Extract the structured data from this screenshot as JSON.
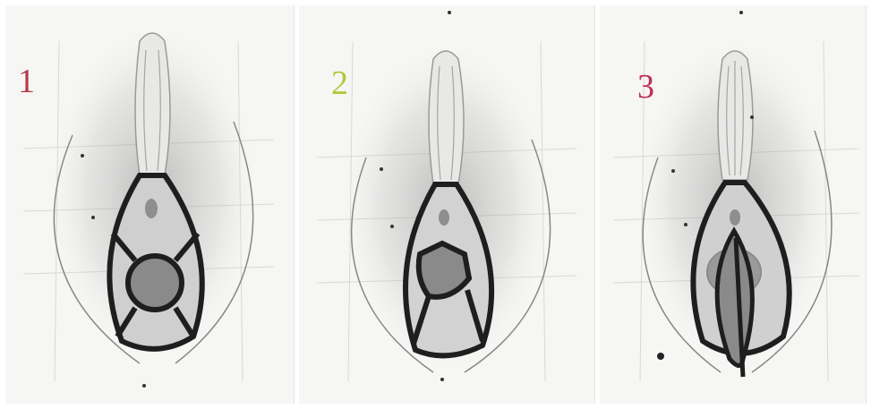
{
  "panels": [
    {
      "number": "1",
      "number_color": "#b33a4a",
      "variant": "cross"
    },
    {
      "number": "2",
      "number_color": "#b4c83a",
      "variant": "lower-cross"
    },
    {
      "number": "3",
      "number_color": "#c0305a",
      "variant": "inner-leaf"
    }
  ],
  "colors": {
    "outline": "#1e1e1e",
    "shading": "#7a7a7a",
    "fill": "#9a9a9a"
  }
}
